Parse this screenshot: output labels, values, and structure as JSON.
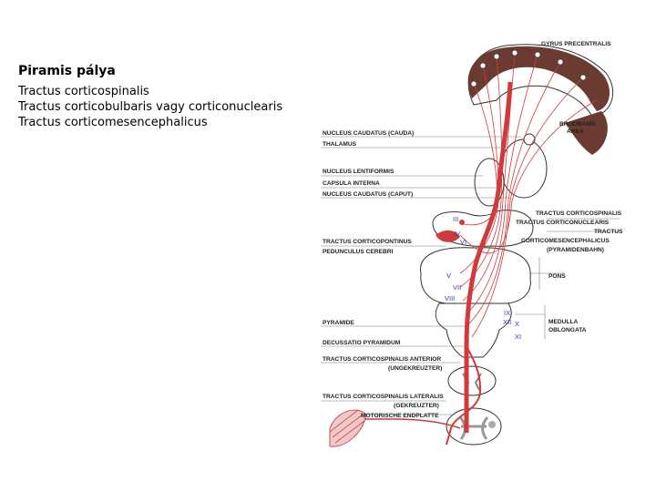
{
  "heading": "Piramis pálya",
  "lines": [
    "Tractus corticospinalis",
    "Tractus corticobulbaris vagy corticonuclearis",
    "Tractus corticomesencephalicus"
  ],
  "diagram": {
    "left_labels": [
      "NUCLEUS CAUDATUS (CAUDA)",
      "THALAMUS",
      "NUCLEUS LENTIFORMIS",
      "CAPSULA INTERNA",
      "NUCLEUS CAUDATUS (CAPUT)",
      "TRACTUS CORTICOPONTINUS",
      "PEDUNCULUS CEREBRI",
      "PYRAMIDE",
      "DECUSSATIO PYRAMIDUM",
      "TRACTUS CORTICOSPINALIS ANTERIOR",
      "(UNGEKREUZTER)",
      "TRACTUS CORTICOSPINALIS LATERALIS",
      "(GEKREUZTER)",
      "MOTORISCHE ENDPLATTE"
    ],
    "right_labels": [
      "GYRUS PRECENTRALIS",
      "BRODMANN",
      "AREA",
      "TRACTUS CORTICOSPINALIS",
      "TRACTUS CORTICONUCLEARIS",
      "TRACTUS",
      "CORTICOMESENCEPHALICUS",
      "(PYRAMIDENBAHN)",
      "PONS",
      "MEDULLA",
      "OBLONGATA"
    ],
    "nerve_labels": [
      "III",
      "IV",
      "VI",
      "V",
      "VII",
      "VIII",
      "IX",
      "X",
      "XII",
      "XI"
    ],
    "accent_color": "#d03a3a",
    "cortex_color": "#6b3a30"
  }
}
